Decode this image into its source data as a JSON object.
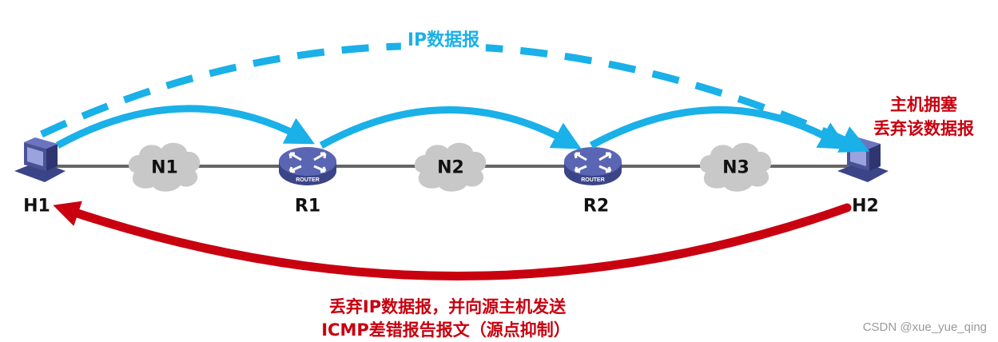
{
  "nodes": {
    "h1": "H1",
    "r1": "R1",
    "r2": "R2",
    "h2": "H2"
  },
  "networks": {
    "n1": "N1",
    "n2": "N2",
    "n3": "N3"
  },
  "router_badge": "ROUTER",
  "datagram_label": "IP数据报",
  "congestion_note": {
    "line1": "主机拥塞",
    "line2": "丢弃该数据报"
  },
  "icmp_note": {
    "line1": "丢弃IP数据报，并向源主机发送",
    "line2": "ICMP差错报告报文（源点抑制）"
  },
  "watermark": "CSDN @xue_yue_qing",
  "colors": {
    "blue": "#1ab0e8",
    "red": "#c8000f",
    "host": "#4a5296",
    "cloud": "#c8c8c8"
  }
}
